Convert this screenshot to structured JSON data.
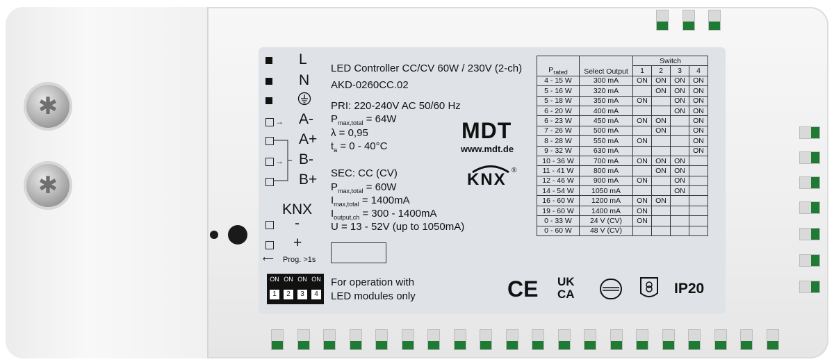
{
  "terminals": {
    "L": "L",
    "N": "N",
    "A_minus": "A-",
    "A_plus": "A+",
    "B_minus": "B-",
    "B_plus": "B+",
    "KNX": "KNX",
    "minus": "-",
    "plus": "+",
    "prog": "Prog. >1s"
  },
  "product": {
    "title": "LED Controller CC/CV 60W / 230V (2-ch)",
    "model": "AKD-0260CC.02"
  },
  "primary": {
    "pri": "PRI: 220-240V AC 50/60 Hz",
    "pmax_label": "P",
    "pmax_sub": "max,total",
    "pmax_val": " = 64W",
    "lambda": "λ = 0,95",
    "ta_label": "t",
    "ta_sub": "a",
    "ta_val": " = 0 - 40°C"
  },
  "secondary": {
    "sec": "SEC: CC (CV)",
    "pmax_label": "P",
    "pmax_sub": "max,total",
    "pmax_val": " = 60W",
    "imax_label": "I",
    "imax_sub": "max,total",
    "imax_val": " = 1400mA",
    "iout_label": "I",
    "iout_sub": "output,ch",
    "iout_val": " = 300 - 1400mA",
    "u": "U = 13 - 52V (up to 1050mA)"
  },
  "brand": {
    "mdt": "MDT",
    "url": "www.mdt.de",
    "knx": "KNX",
    "reg": "®"
  },
  "dip": {
    "on": "ON",
    "nums": [
      "1",
      "2",
      "3",
      "4"
    ]
  },
  "note": {
    "line1": "For operation with",
    "line2": "LED modules only"
  },
  "marks": {
    "ce": "CE",
    "ukca_top": "UK",
    "ukca_bot": "CA",
    "ip": "IP20"
  },
  "table": {
    "switch_header": "Switch",
    "prated_label": "P",
    "prated_sub": "rated",
    "select_output": "Select Output",
    "cols": [
      "1",
      "2",
      "3",
      "4"
    ],
    "rows": [
      [
        "4 - 15 W",
        "300 mA",
        "ON",
        "ON",
        "ON",
        "ON"
      ],
      [
        "5 - 16 W",
        "320 mA",
        "",
        "ON",
        "ON",
        "ON"
      ],
      [
        "5 - 18 W",
        "350 mA",
        "ON",
        "",
        "ON",
        "ON"
      ],
      [
        "6 - 20 W",
        "400 mA",
        "",
        "",
        "ON",
        "ON"
      ],
      [
        "6 - 23 W",
        "450 mA",
        "ON",
        "ON",
        "",
        "ON"
      ],
      [
        "7 - 26 W",
        "500 mA",
        "",
        "ON",
        "",
        "ON"
      ],
      [
        "8 - 28 W",
        "550 mA",
        "ON",
        "",
        "",
        "ON"
      ],
      [
        "9 - 32 W",
        "630 mA",
        "",
        "",
        "",
        "ON"
      ],
      [
        "10 - 36 W",
        "700 mA",
        "ON",
        "ON",
        "ON",
        ""
      ],
      [
        "11 - 41 W",
        "800 mA",
        "",
        "ON",
        "ON",
        ""
      ],
      [
        "12 - 46 W",
        "900 mA",
        "ON",
        "",
        "ON",
        ""
      ],
      [
        "14 - 54 W",
        "1050 mA",
        "",
        "",
        "ON",
        ""
      ],
      [
        "16 - 60 W",
        "1200 mA",
        "ON",
        "ON",
        "",
        ""
      ],
      [
        "19 - 60 W",
        "1400 mA",
        "ON",
        "",
        "",
        ""
      ],
      [
        "0 - 33 W",
        "24 V (CV)",
        "ON",
        "",
        "",
        ""
      ],
      [
        "0 - 60 W",
        "48 V (CV)",
        "",
        "",
        "",
        ""
      ]
    ]
  },
  "colors": {
    "label_bg": "#dfe3e8",
    "vent_green": "#1f7a34"
  }
}
